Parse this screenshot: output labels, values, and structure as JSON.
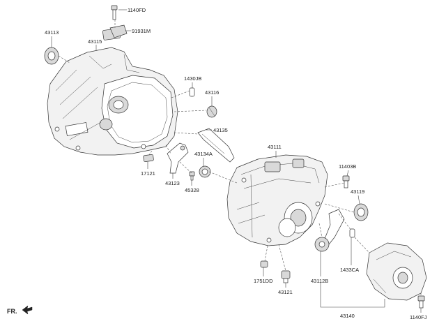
{
  "labels": {
    "p1140FD": "1140FD",
    "p91931M": "91931M",
    "p43113": "43113",
    "p43115": "43115",
    "p1430JB": "1430JB",
    "p43116": "43116",
    "p43135": "43135",
    "p43134A": "43134A",
    "p17121": "17121",
    "p43123": "43123",
    "p45328": "45328",
    "p43111": "43111",
    "p11403B": "11403B",
    "p43119": "43119",
    "p1433CA": "1433CA",
    "p43112B": "43112B",
    "p1751DD": "1751DD",
    "p43121": "43121",
    "p43140": "43140",
    "p1140FJ": "1140FJ",
    "fr": "FR."
  }
}
